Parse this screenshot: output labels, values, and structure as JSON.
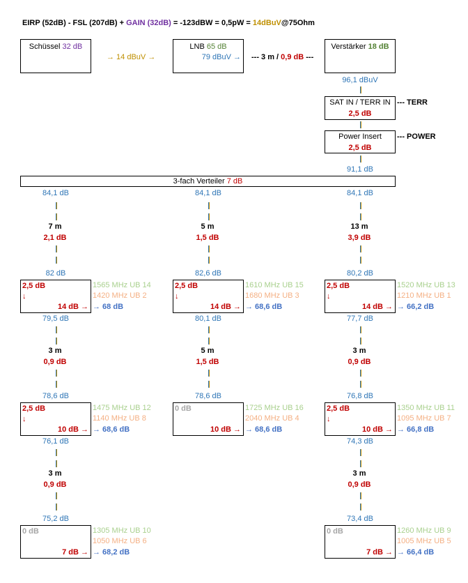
{
  "header": {
    "eirp": "EIRP (52dB)",
    "fsl": " - FSL (207dB) + ",
    "gain": "GAIN (32dB)",
    "eq1": " = -123dBW = 0,5pW = ",
    "dbuv": "14dBuV",
    "ohm": "@75Ohm"
  },
  "dish": {
    "label": "Schüssel ",
    "gain": "32 dB"
  },
  "dish_to_lnb": "→ 14 dBuV →",
  "lnb": {
    "label": "LNB ",
    "gain": "65 dB",
    "output": "79 dBuV →"
  },
  "cable1": {
    "prefix": "--- 3 m / ",
    "loss": "0,9 dB",
    "suffix": " ---"
  },
  "amplifier": {
    "label": "Verstärker ",
    "gain": "18 dB",
    "output": "96,1 dBuV"
  },
  "sat_in": {
    "label": "SAT IN / TERR IN",
    "loss": "2,5 dB",
    "side": "--- TERR"
  },
  "power_insert": {
    "label": "Power Insert",
    "loss": "2,5 dB",
    "side": "--- POWER",
    "output": "91,1 dB"
  },
  "splitter": {
    "label": "3-fach Verteiler ",
    "loss": "7 dB"
  },
  "columns": [
    {
      "out": "84,1 dB",
      "cable": {
        "len": "7 m",
        "loss": "2,1 dB"
      },
      "taps": [
        {
          "in": "82 dB",
          "through": "2,5 dB",
          "tap": "14 dB →",
          "result": "→ 68 dB",
          "f1": "1565 MHz UB 14",
          "f2": "1420 MHz UB 2",
          "out": "79,5 dB",
          "terminal": false
        },
        {
          "cable": {
            "len": "3 m",
            "loss": "0,9 dB"
          }
        },
        {
          "in": "78,6 dB",
          "through": "2,5 dB",
          "tap": "10 dB →",
          "result": "→ 68,6 dB",
          "f1": "1475 MHz UB 12",
          "f2": "1140 MHz UB 8",
          "out": "76,1 dB",
          "terminal": false
        },
        {
          "cable": {
            "len": "3 m",
            "loss": "0,9 dB"
          }
        },
        {
          "in": "75,2 dB",
          "through": "0 dB",
          "tap": "7 dB →",
          "result": "→ 68,2 dB",
          "f1": "1305 MHz UB 10",
          "f2": "1050 MHz UB 6",
          "terminal": true
        }
      ]
    },
    {
      "out": "84,1 dB",
      "cable": {
        "len": "5 m",
        "loss": "1,5 dB"
      },
      "taps": [
        {
          "in": "82,6 dB",
          "through": "2,5 dB",
          "tap": "14 dB →",
          "result": "→ 68,6 dB",
          "f1": "1610 MHz UB 15",
          "f2": "1680 MHz UB 3",
          "out": "80,1 dB",
          "terminal": false
        },
        {
          "cable": {
            "len": "5 m",
            "loss": "1,5 dB"
          }
        },
        {
          "in": "78,6 dB",
          "through": "0 dB",
          "tap": "10 dB →",
          "result": "→ 68,6 dB",
          "f1": "1725 MHz UB 16",
          "f2": "2040 MHz UB 4",
          "terminal": true
        }
      ]
    },
    {
      "out": "84,1 dB",
      "cable": {
        "len": "13 m",
        "loss": "3,9 dB"
      },
      "taps": [
        {
          "in": "80,2 dB",
          "through": "2,5 dB",
          "tap": "14 dB →",
          "result": "→ 66,2 dB",
          "f1": "1520 MHz UB 13",
          "f2": "1210 MHz UB 1",
          "out": "77,7 dB",
          "terminal": false
        },
        {
          "cable": {
            "len": "3 m",
            "loss": "0,9 dB"
          }
        },
        {
          "in": "76,8 dB",
          "through": "2,5 dB",
          "tap": "10 dB →",
          "result": "→ 66,8 dB",
          "f1": "1350 MHz UB 11",
          "f2": "1095 MHz UB 7",
          "out": "74,3 dB",
          "terminal": false
        },
        {
          "cable": {
            "len": "3 m",
            "loss": "0,9 dB"
          }
        },
        {
          "in": "73,4 dB",
          "through": "0 dB",
          "tap": "7 dB →",
          "result": "→ 66,4 dB",
          "f1": "1260 MHz UB 9",
          "f2": "1005 MHz UB 5",
          "terminal": true
        }
      ]
    }
  ],
  "down_arrow": "↓"
}
